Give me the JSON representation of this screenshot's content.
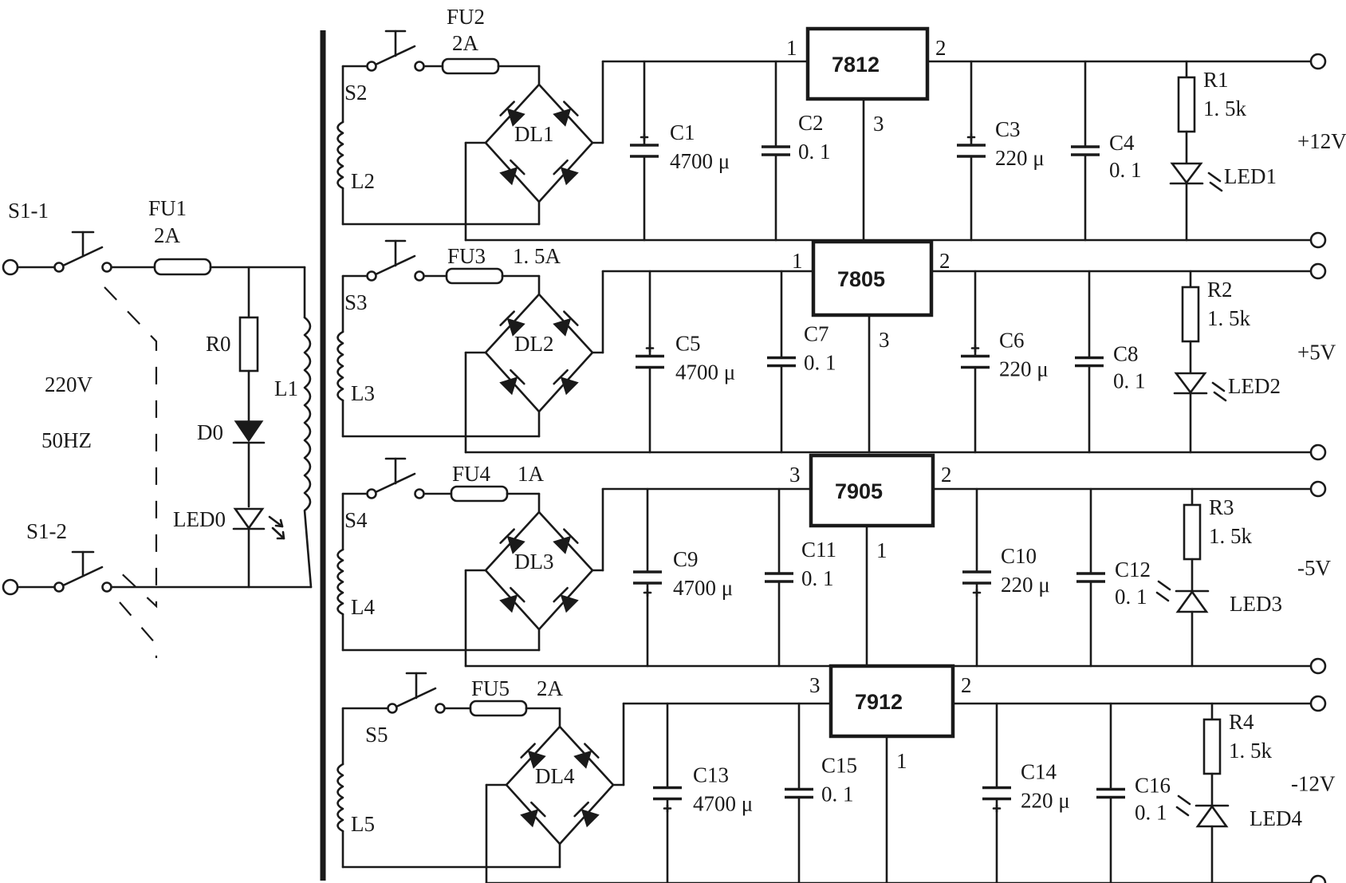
{
  "primary": {
    "switch1": "S1-1",
    "switch2": "S1-2",
    "voltage": "220V",
    "frequency": "50HZ",
    "fuse": "FU1",
    "fuse_rating": "2A",
    "resistor": "R0",
    "diode": "D0",
    "led": "LED0",
    "coil": "L1"
  },
  "rails": [
    {
      "switch": "S2",
      "fuse": "FU2",
      "fuse_rating": "2A",
      "coil": "L2",
      "bridge": "DL1",
      "regulator": "7812",
      "pin_in": "1",
      "pin_out": "2",
      "pin_gnd": "3",
      "c_in_big": "C1",
      "c_in_big_value": "4700 μ",
      "c_in_small": "C2",
      "c_in_small_value": "0. 1",
      "c_out_big": "C3",
      "c_out_big_value": "220 μ",
      "c_out_small": "C4",
      "c_out_small_value": "0. 1",
      "resistor": "R1",
      "resistor_value": "1. 5k",
      "led": "LED1",
      "output": "+12V"
    },
    {
      "switch": "S3",
      "fuse": "FU3",
      "fuse_rating": "1. 5A",
      "coil": "L3",
      "bridge": "DL2",
      "regulator": "7805",
      "pin_in": "1",
      "pin_out": "2",
      "pin_gnd": "3",
      "c_in_big": "C5",
      "c_in_big_value": "4700 μ",
      "c_in_small": "C7",
      "c_in_small_value": "0. 1",
      "c_out_big": "C6",
      "c_out_big_value": "220 μ",
      "c_out_small": "C8",
      "c_out_small_value": "0. 1",
      "resistor": "R2",
      "resistor_value": "1. 5k",
      "led": "LED2",
      "output": "+5V"
    },
    {
      "switch": "S4",
      "fuse": "FU4",
      "fuse_rating": "1A",
      "coil": "L4",
      "bridge": "DL3",
      "regulator": "7905",
      "pin_in": "3",
      "pin_out": "2",
      "pin_gnd": "1",
      "c_in_big": "C9",
      "c_in_big_value": "4700 μ",
      "c_in_small": "C11",
      "c_in_small_value": "0. 1",
      "c_out_big": "C10",
      "c_out_big_value": "220 μ",
      "c_out_small": "C12",
      "c_out_small_value": "0. 1",
      "resistor": "R3",
      "resistor_value": "1. 5k",
      "led": "LED3",
      "output": "-5V"
    },
    {
      "switch": "S5",
      "fuse": "FU5",
      "fuse_rating": "2A",
      "coil": "L5",
      "bridge": "DL4",
      "regulator": "7912",
      "pin_in": "3",
      "pin_out": "2",
      "pin_gnd": "1",
      "c_in_big": "C13",
      "c_in_big_value": "4700 μ",
      "c_in_small": "C15",
      "c_in_small_value": "0. 1",
      "c_out_big": "C14",
      "c_out_big_value": "220 μ",
      "c_out_small": "C16",
      "c_out_small_value": "0. 1",
      "resistor": "R4",
      "resistor_value": "1. 5k",
      "led": "LED4",
      "output": "-12V"
    }
  ]
}
